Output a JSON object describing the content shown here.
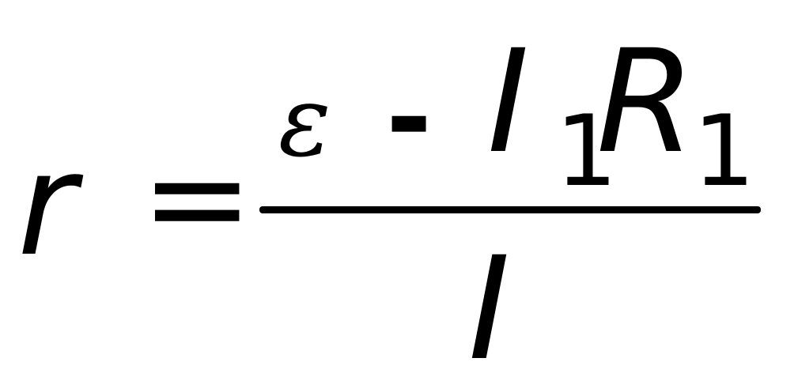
{
  "formula": {
    "lhs": "r",
    "equals": "=",
    "numerator": {
      "emf": "ε",
      "operator": "-",
      "current": "I",
      "current_subscript": "1",
      "resistance": "R",
      "resistance_subscript": "1"
    },
    "denominator": "I"
  }
}
